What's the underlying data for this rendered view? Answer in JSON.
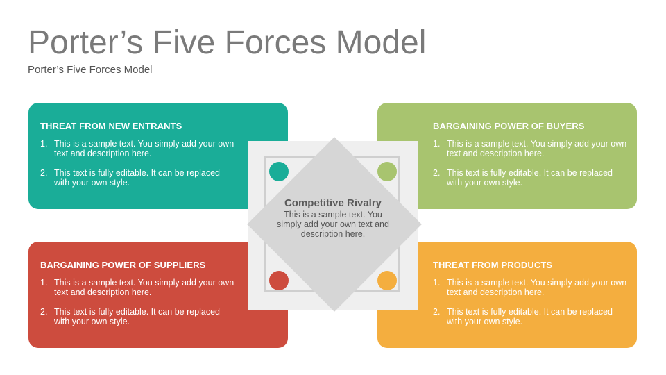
{
  "slide": {
    "title": "Porter’s Five Forces Model",
    "subtitle": "Porter’s Five Forces Model"
  },
  "colors": {
    "teal": "#1aad98",
    "green": "#a8c46f",
    "red": "#cd4c3e",
    "orange": "#f4ae3f",
    "center_bg": "#efefef",
    "diamond": "#d6d6d6"
  },
  "forces": [
    {
      "title": "THREAT FROM NEW ENTRANTS",
      "items": [
        {
          "num": "1.",
          "text": "This is a sample text. You simply add your own text and description here."
        },
        {
          "num": "2.",
          "text": "This text is fully editable. It can be replaced with your own style."
        }
      ]
    },
    {
      "title": "BARGAINING POWER OF BUYERS",
      "items": [
        {
          "num": "1.",
          "text": "This is a sample text. You simply add your own text and description here."
        },
        {
          "num": "2.",
          "text": "This text is fully editable. It can be replaced with your own style."
        }
      ]
    },
    {
      "title": "BARGAINING POWER OF SUPPLIERS",
      "items": [
        {
          "num": "1.",
          "text": "This is a sample text. You simply add your own text and description here."
        },
        {
          "num": "2.",
          "text": "This text is fully editable. It can be replaced with your own style."
        }
      ]
    },
    {
      "title": "THREAT FROM PRODUCTS",
      "items": [
        {
          "num": "1.",
          "text": "This is a sample text. You simply add your own text and description here."
        },
        {
          "num": "2.",
          "text": "This text is fully editable. It can be replaced with your own style."
        }
      ]
    }
  ],
  "center": {
    "title": "Competitive Rivalry",
    "description": "This is a sample text. You simply add your own text and description here."
  }
}
